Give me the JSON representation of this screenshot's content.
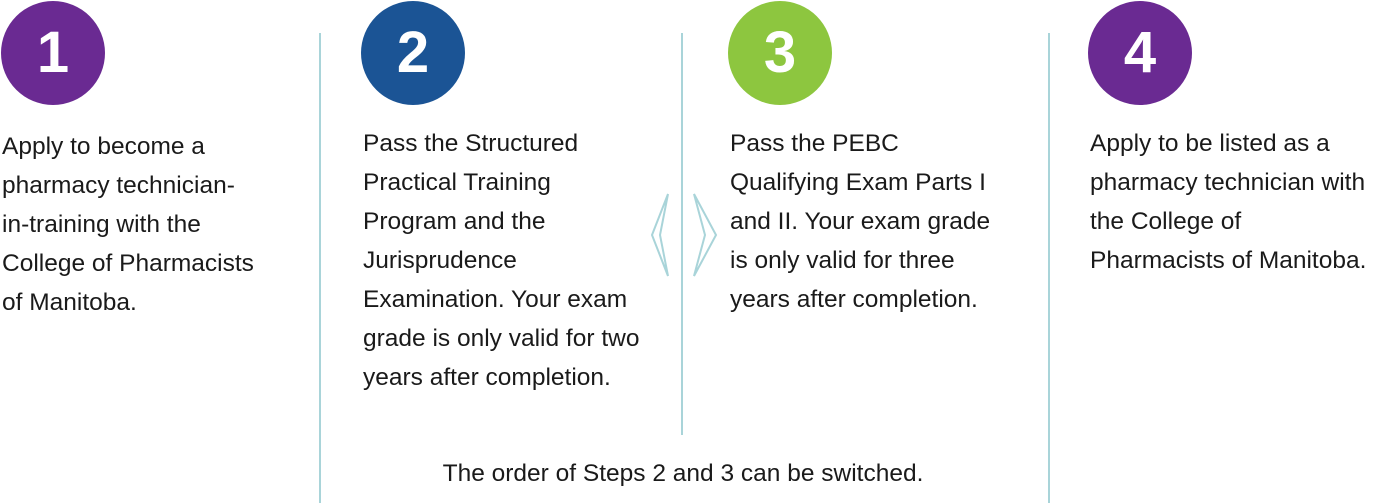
{
  "steps": [
    {
      "number": "1",
      "color": "#6a2a92",
      "lines": [
        "Apply to become a",
        "pharmacy technician-",
        "in-training with the",
        "College of Pharmacists",
        "of Manitoba."
      ]
    },
    {
      "number": "2",
      "color": "#1b5495",
      "lines": [
        "Pass the Structured",
        "Practical Training",
        "Program and the",
        "Jurisprudence",
        "Examination. Your exam",
        "grade is only valid for two",
        "years after completion."
      ]
    },
    {
      "number": "3",
      "color": "#8dc63f",
      "lines": [
        "Pass the PEBC",
        "Qualifying Exam Parts I",
        "and II. Your exam grade",
        "is only valid for three",
        "years after completion."
      ]
    },
    {
      "number": "4",
      "color": "#6a2a92",
      "lines": [
        "Apply to be listed as a",
        "pharmacy technician with",
        "the College of",
        "Pharmacists of Manitoba."
      ]
    }
  ],
  "note": "The order of Steps 2 and 3 can be switched.",
  "swap_icon": "swap-chevrons-icon",
  "divider_color": "#a9d4d9"
}
